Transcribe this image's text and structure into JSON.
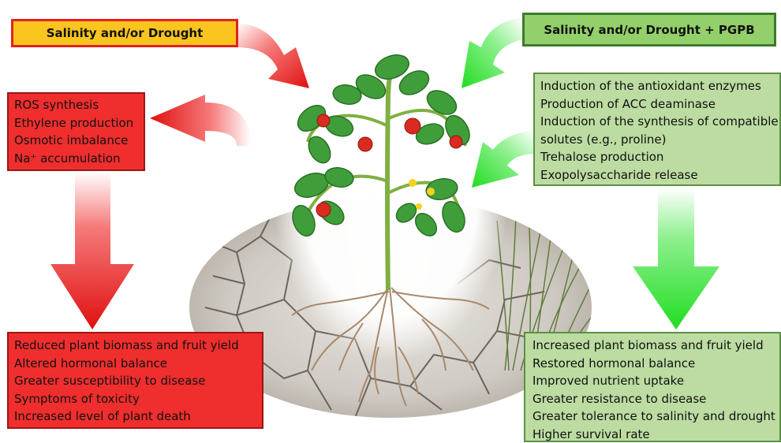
{
  "left_header": "Salinity and/or Drought",
  "right_header": "Salinity and/or Drought + PGPB",
  "stress_effects": [
    "ROS synthesis",
    "Ethylene production",
    "Osmotic imbalance",
    "Na⁺ accumulation"
  ],
  "stress_outcomes": [
    "Reduced plant biomass and fruit yield",
    "Altered hormonal balance",
    "Greater susceptibility to disease",
    "Symptoms of toxicity",
    "Increased level of plant death"
  ],
  "pgpb_mechanisms": [
    "Induction of the antioxidant enzymes",
    "Production of ACC deaminase",
    "Induction of the synthesis of compatible",
    "solutes (e.g., proline)",
    "Trehalose production",
    "Exopolysaccharide release"
  ],
  "pgpb_outcomes": [
    "Increased plant biomass and fruit yield",
    "Restored hormonal balance",
    "Improved nutrient uptake",
    "Greater resistance to disease",
    "Greater tolerance to salinity and drought",
    "Higher survival rate"
  ],
  "colors": {
    "stress_red": "#f12e2e",
    "header_yellow": "#f9c51e",
    "pgpb_green": "#bcdca2",
    "header_green": "#93d06b"
  }
}
